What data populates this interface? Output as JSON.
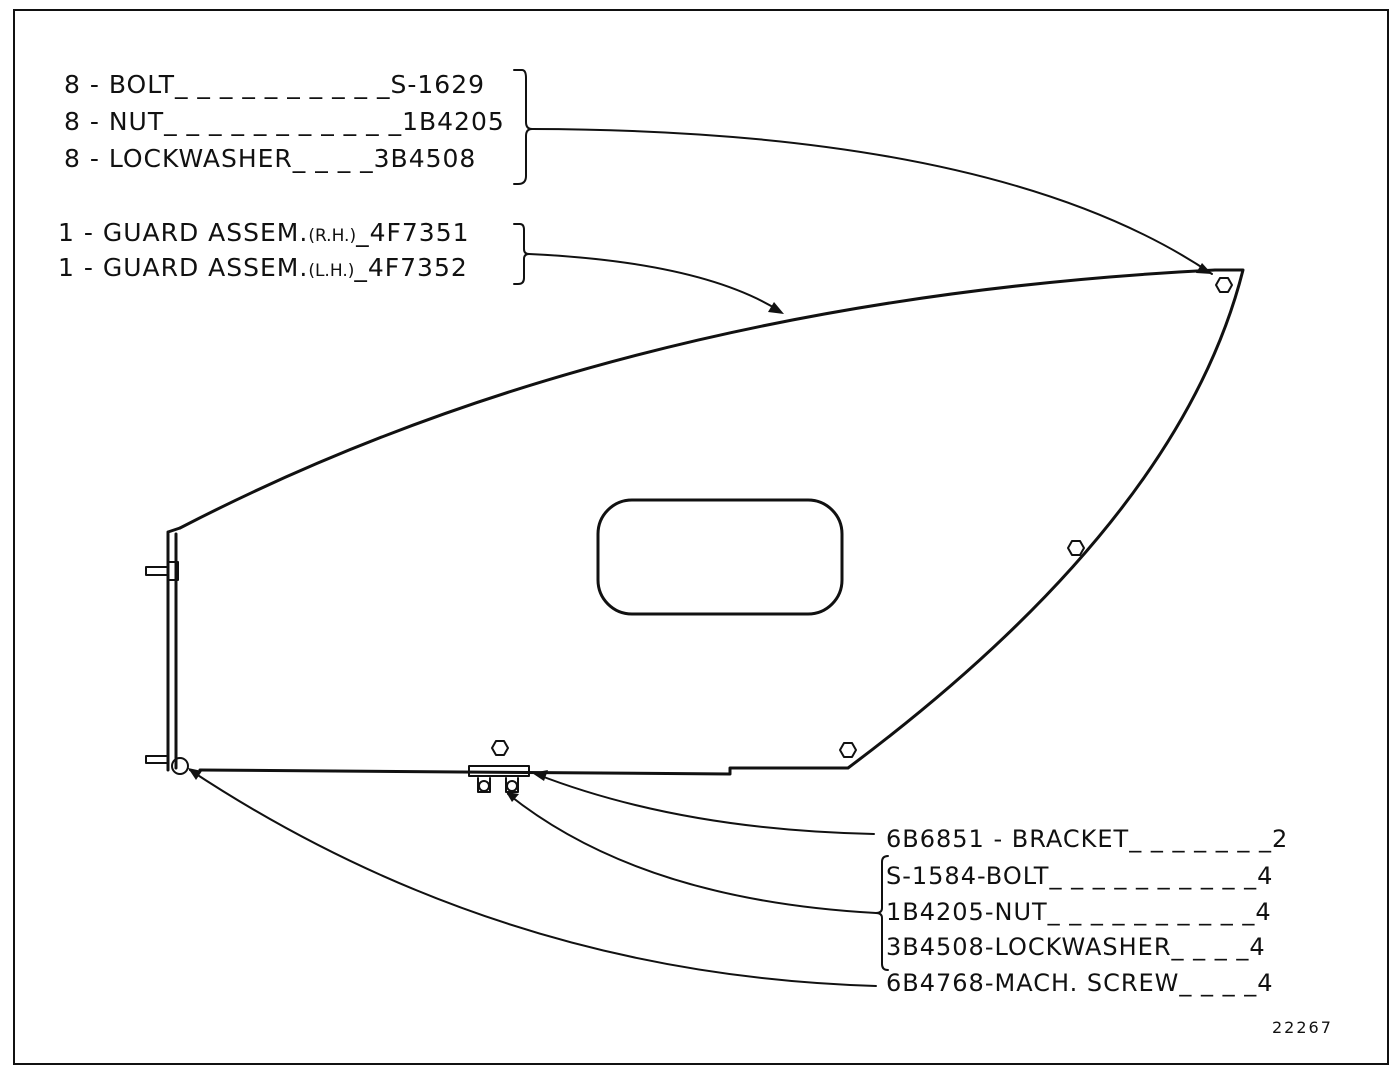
{
  "callouts_top": [
    {
      "qty": "8",
      "part": "BOLT",
      "number": "S-1629"
    },
    {
      "qty": "8",
      "part": "NUT",
      "number": "1B4205"
    },
    {
      "qty": "8",
      "part": "LOCKWASHER",
      "number": "3B4508"
    }
  ],
  "callouts_guard": [
    {
      "qty": "1",
      "part": "GUARD ASSEM.",
      "side": "(R.H.)",
      "number": "4F7351"
    },
    {
      "qty": "1",
      "part": "GUARD ASSEM.",
      "side": "(L.H.)",
      "number": "4F7352"
    }
  ],
  "callouts_bottom": [
    {
      "number": "6B6851",
      "part": "BRACKET",
      "qty": "2"
    },
    {
      "number": "S-1584",
      "part": "BOLT",
      "qty": "4"
    },
    {
      "number": "1B4205",
      "part": "NUT",
      "qty": "4"
    },
    {
      "number": "3B4508",
      "part": "LOCKWASHER",
      "qty": "4"
    },
    {
      "number": "6B4768",
      "part": "MACH. SCREW",
      "qty": "4"
    }
  ],
  "figure_number": "22267"
}
